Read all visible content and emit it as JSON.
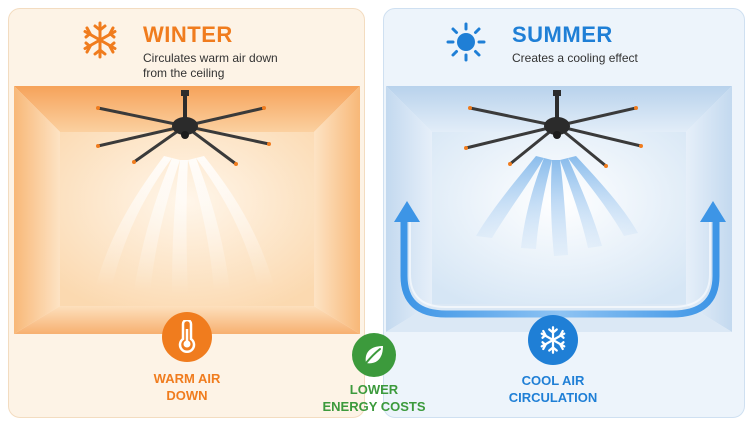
{
  "winter": {
    "title": "WINTER",
    "subtitle_line1": "Circulates warm air down",
    "subtitle_line2": "from the ceiling",
    "icon": "snowflake-icon",
    "accent": "#f07c1e",
    "badge_line1": "WARM AIR",
    "badge_line2": "DOWN",
    "badge_icon": "thermometer-icon"
  },
  "summer": {
    "title": "SUMMER",
    "subtitle": "Creates a cooling effect",
    "icon": "sun-icon",
    "accent": "#1f7fd6",
    "badge_line1": "COOL AIR",
    "badge_line2": "CIRCULATION",
    "badge_icon": "snowflake-icon"
  },
  "center": {
    "badge_line1": "LOWER",
    "badge_line2": "ENERGY COSTS",
    "badge_icon": "leaf-icon",
    "accent": "#3c9a3c"
  }
}
